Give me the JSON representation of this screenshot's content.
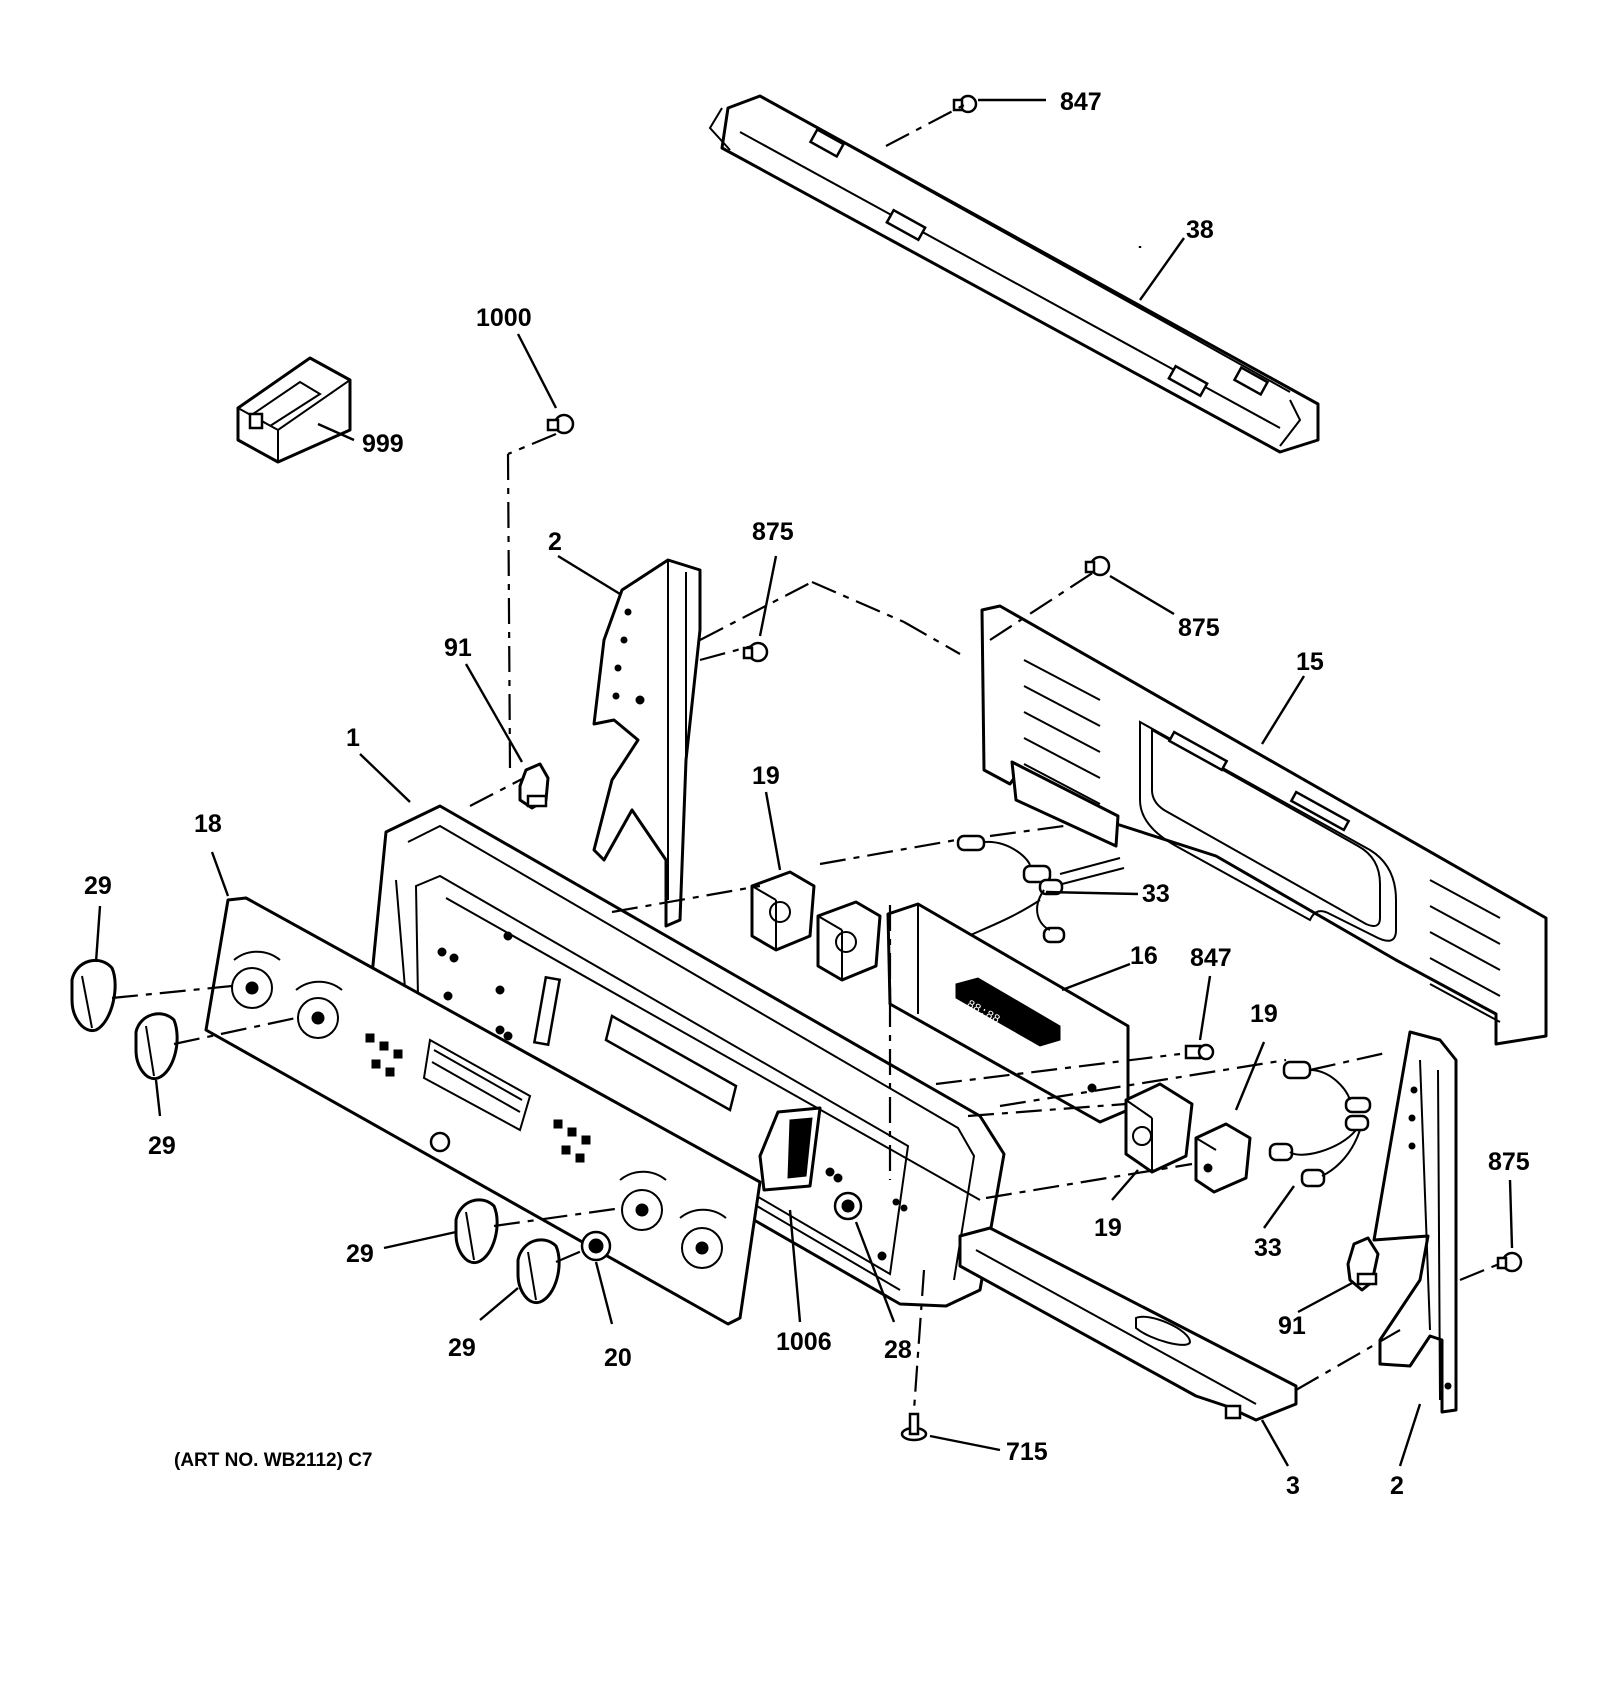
{
  "labels": {
    "p847_top": "847",
    "p38": "38",
    "p1000": "1000",
    "p999": "999",
    "p2_left": "2",
    "p875_mid": "875",
    "p875_right": "875",
    "p15": "15",
    "p91_left": "91",
    "p1": "1",
    "p19_mid": "19",
    "p33_top": "33",
    "p18": "18",
    "p29_a": "29",
    "p16": "16",
    "p847_right": "847",
    "p19_right_top": "19",
    "p29_b": "29",
    "p875_far": "875",
    "p19_right_bottom": "19",
    "p33_bottom": "33",
    "p29_c": "29",
    "p91_right": "91",
    "p29_d": "29",
    "p20": "20",
    "p1006": "1006",
    "p28": "28",
    "p715": "715",
    "p3": "3",
    "p2_right": "2"
  },
  "art_number": "(ART NO. WB2112) C7"
}
